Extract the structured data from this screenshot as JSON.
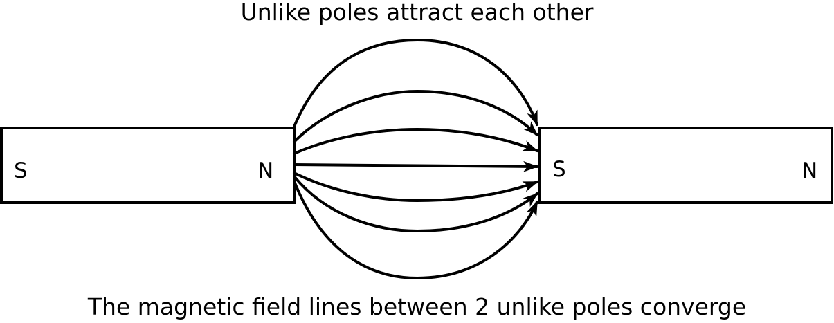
{
  "title": "Unlike poles attract each other",
  "caption": "The magnetic field lines between 2 unlike poles converge",
  "magnets": [
    {
      "left_pole": "S",
      "right_pole": "N"
    },
    {
      "left_pole": "S",
      "right_pole": "N"
    }
  ],
  "field_lines": {
    "count": 7,
    "direction": "N to S",
    "color": "#000000"
  }
}
